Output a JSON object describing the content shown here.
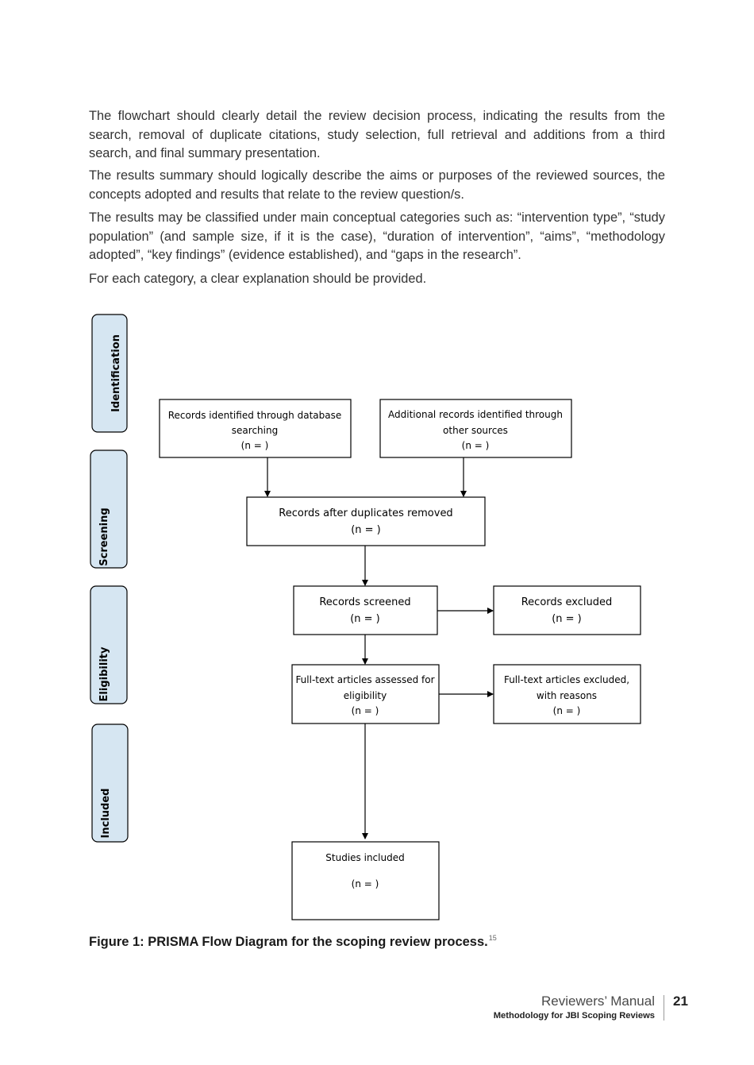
{
  "paragraphs": [
    "The flowchart should clearly detail the review decision process, indicating the results from the search, removal of duplicate citations, study selection, full retrieval and additions from a third search, and final summary presentation.",
    "The results summary should logically describe the aims or purposes of the reviewed sources, the concepts adopted and results that relate to the review question/s.",
    "The results may be classified under main conceptual categories such as: “intervention type”, “study population” (and sample size, if it is the case), “duration of intervention”, “aims”, “methodology adopted”, “key findings” (evidence established), and “gaps in the research”.",
    "For each category, a clear explanation should be provided."
  ],
  "diagram": {
    "phases": [
      "Identification",
      "Screening",
      "Eligibility",
      "Included"
    ],
    "boxes": {
      "database": {
        "line1": "Records identified through database",
        "line2": "searching",
        "count": "(n =   )"
      },
      "other_sources": {
        "line1": "Additional records identified through",
        "line2": "other sources",
        "count": "(n =   )"
      },
      "duplicates": {
        "line1": "Records after duplicates removed",
        "count": "(n =   )"
      },
      "screened": {
        "line1": "Records screened",
        "count": "(n =   )"
      },
      "excluded": {
        "line1": "Records excluded",
        "count": "(n =   )"
      },
      "fulltext": {
        "line1": "Full-text articles assessed for",
        "line2": "eligibility",
        "count": "(n =   )"
      },
      "fulltext_excluded": {
        "line1": "Full-text articles excluded,",
        "line2": "with reasons",
        "count": "(n =   )"
      },
      "included": {
        "line1": "Studies included",
        "count": "(n =   )"
      }
    }
  },
  "caption": {
    "text": "Figure 1: PRISMA Flow Diagram for the scoping review process.",
    "reference": "15"
  },
  "footer": {
    "manual": "Reviewers’ Manual",
    "methodology": "Methodology for JBI Scoping Reviews",
    "page_number": "21"
  }
}
